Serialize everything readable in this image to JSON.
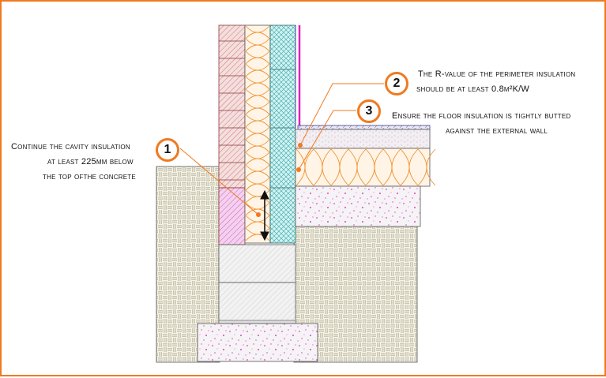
{
  "annotations": [
    {
      "number": "1",
      "lines": [
        "Continue the cavity insulation",
        "at least 225mm below",
        "the top ofthe concrete"
      ]
    },
    {
      "number": "2",
      "lines": [
        "The R-value of the perimeter insulation",
        "should be at least 0.8m²K/W"
      ]
    },
    {
      "number": "3",
      "lines": [
        "Ensure the floor insulation is tightly butted",
        "against the external wall"
      ]
    }
  ],
  "colors": {
    "frame": "#f07a1f",
    "leader": "#f07a1f",
    "brick": "#c85a5a",
    "insulation": "#f0922f",
    "block": "#2fa8a8",
    "membrane": "#e020c0",
    "ground_hatch": "#b9b49a",
    "concrete_dots": "#e040c8"
  }
}
